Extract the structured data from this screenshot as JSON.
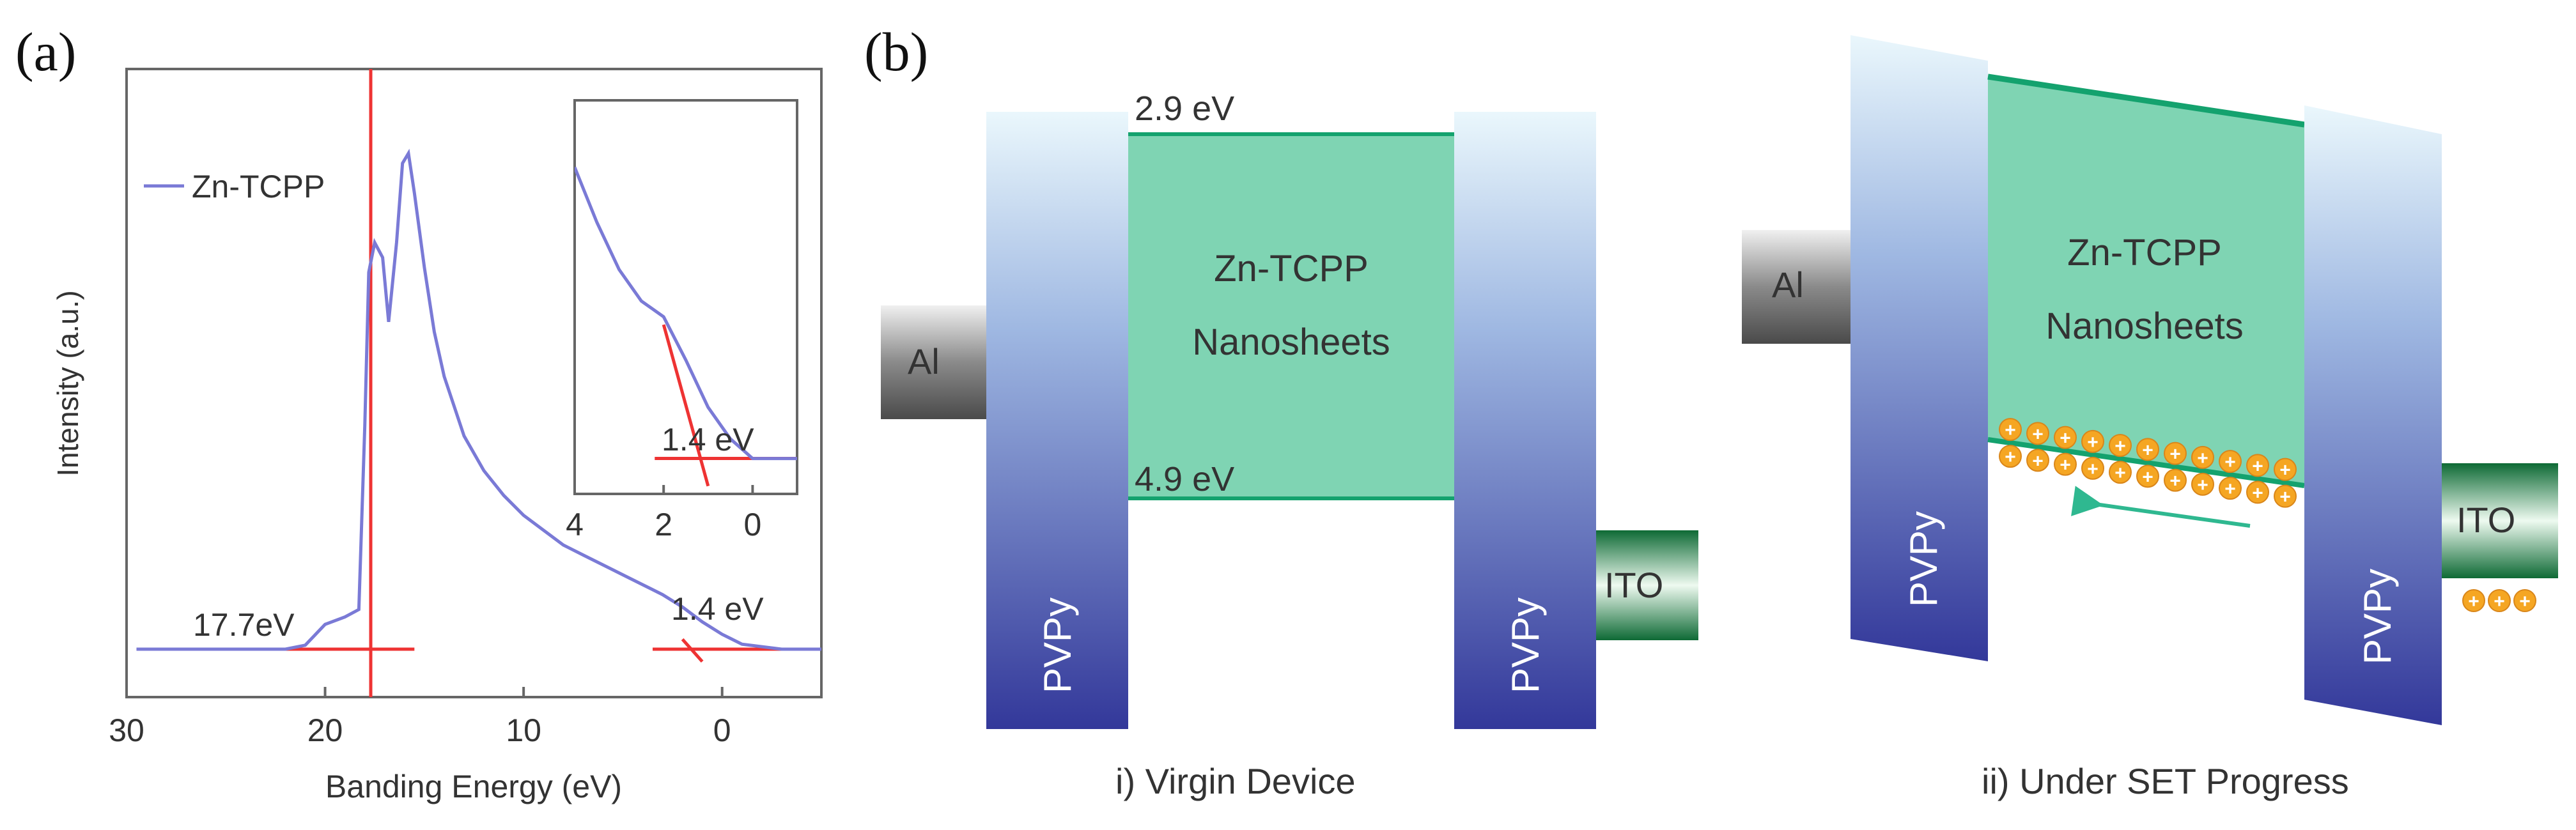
{
  "panel_a": {
    "label": "(a)",
    "chart_data": {
      "type": "line",
      "xlabel": "Banding Energy (eV)",
      "ylabel": "Intensity (a.u.)",
      "xlim": [
        30,
        -5
      ],
      "xticks": [
        30,
        20,
        10,
        0
      ],
      "ylim": [
        0,
        1
      ],
      "legend": "top-left",
      "series": [
        {
          "name": "Zn-TCPP",
          "color": "#7a7ad6",
          "x": [
            29.5,
            25,
            22,
            21,
            20,
            19,
            18.3,
            18.0,
            17.8,
            17.5,
            17.1,
            16.8,
            16.4,
            16.1,
            15.8,
            15.5,
            15.0,
            14.5,
            14.0,
            13.0,
            12.0,
            11.0,
            10.0,
            9.0,
            8.0,
            7.0,
            6.0,
            5.0,
            4.0,
            3.0,
            2.0,
            1.0,
            0.0,
            -1.0,
            -3.0,
            -5.0
          ],
          "y": [
            0.0,
            0.0,
            0.0,
            0.008,
            0.05,
            0.065,
            0.08,
            0.45,
            0.76,
            0.82,
            0.79,
            0.66,
            0.82,
            0.98,
            1.0,
            0.92,
            0.77,
            0.64,
            0.55,
            0.43,
            0.36,
            0.31,
            0.27,
            0.24,
            0.21,
            0.19,
            0.17,
            0.15,
            0.13,
            0.11,
            0.085,
            0.055,
            0.03,
            0.01,
            0.0,
            0.0
          ]
        }
      ],
      "annotations": [
        "17.7eV",
        "1.4 eV"
      ],
      "inset": {
        "xlim": [
          4,
          -1
        ],
        "xticks": [
          4,
          2,
          0
        ],
        "annotation": "1.4 eV",
        "x": [
          4.0,
          3.5,
          3.0,
          2.5,
          2.0,
          1.5,
          1.0,
          0.5,
          0.0,
          -1.0
        ],
        "y": [
          0.83,
          0.69,
          0.57,
          0.49,
          0.45,
          0.34,
          0.22,
          0.14,
          0.09,
          0.09
        ]
      }
    }
  },
  "panel_b": {
    "label": "(b)",
    "virgin": {
      "caption": "i) Virgin Device",
      "top_level": "2.9 eV",
      "bottom_level": "4.9 eV",
      "center_line1": "Zn-TCPP",
      "center_line2": "Nanosheets",
      "left_electrode": "Al",
      "right_electrode": "ITO",
      "barrier_label": "PVPy"
    },
    "set": {
      "caption": "ii) Under SET Progress",
      "center_line1": "Zn-TCPP",
      "center_line2": "Nanosheets",
      "left_electrode": "Al",
      "right_electrode": "ITO",
      "barrier_label": "PVPy",
      "charge_symbol": "+"
    }
  },
  "colors": {
    "curve": "#7a7ad6",
    "fit_line": "#ee3333",
    "nanosheet_fill": "#7fd4b3",
    "nanosheet_edge": "#14a26e",
    "pvpy_top": "#e6f4fb",
    "pvpy_bottom": "#34399a",
    "electrode_gray": "#7a7a7a",
    "ito_green": "#0f7a3c",
    "charge": "#f5a623"
  }
}
